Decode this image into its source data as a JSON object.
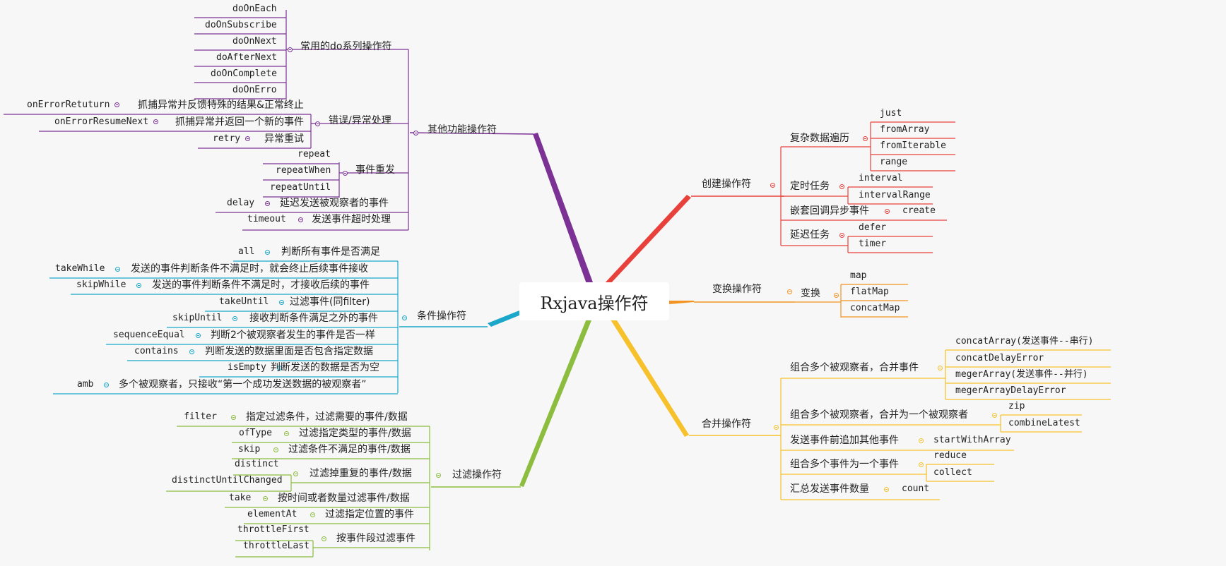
{
  "root": "Rxjava操作符",
  "branches": [
    {
      "name": "其他功能操作符",
      "color": "#7b3294",
      "groups": [
        {
          "name": "常用的do系列操作符",
          "items": [
            "doOnEach",
            "doOnSubscribe",
            "doOnNext",
            "doAfterNext",
            "doOnComplete",
            "doOnErro"
          ]
        },
        {
          "name": "错误/异常处理",
          "items": [
            {
              "term": "onErrorRetuturn",
              "desc": "抓捕异常并反馈特殊的结果&正常终止"
            },
            {
              "term": "onErrorResumeNext",
              "desc": "抓捕异常并返回一个新的事件"
            },
            {
              "term": "retry",
              "desc": "异常重试"
            }
          ]
        },
        {
          "name": "事件重发",
          "items": [
            "repeat",
            "repeatWhen",
            "repeatUntil"
          ]
        },
        {
          "name": "延迟发送被观察者的事件",
          "term": "delay"
        },
        {
          "name": "发送事件超时处理",
          "term": "timeout"
        }
      ]
    },
    {
      "name": "条件操作符",
      "color": "#1aa7c9",
      "items": [
        {
          "term": "all",
          "desc": "判断所有事件是否满足"
        },
        {
          "term": "takeWhile",
          "desc": "发送的事件判断条件不满足时，就会终止后续事件接收"
        },
        {
          "term": "skipWhile",
          "desc": "发送的事件判断条件不满足时，才接收后续的事件"
        },
        {
          "term": "takeUntil",
          "desc": "过滤事件(同filter)"
        },
        {
          "term": "skipUntil",
          "desc": "接收判断条件满足之外的事件"
        },
        {
          "term": "sequenceEqual",
          "desc": "判断2个被观察者发生的事件是否一样"
        },
        {
          "term": "contains",
          "desc": "判断发送的数据里面是否包含指定数据"
        },
        {
          "term": "isEmpty",
          "desc": "判断发送的数据是否为空"
        },
        {
          "term": "amb",
          "desc": "多个被观察者，只接收“第一个成功发送数据的被观察者”"
        }
      ]
    },
    {
      "name": "过滤操作符",
      "color": "#8cbd3f",
      "items": [
        {
          "term": "filter",
          "desc": "指定过滤条件，过滤需要的事件/数据"
        },
        {
          "term": "ofType",
          "desc": "过滤指定类型的事件/数据"
        },
        {
          "term": "skip",
          "desc": "过滤条件不满足的事件/数据"
        },
        {
          "terms": [
            "distinct",
            "distinctUntilChanged"
          ],
          "desc": "过滤掉重复的事件/数据"
        },
        {
          "term": "take",
          "desc": "按时间或者数量过滤事件/数据"
        },
        {
          "term": "elementAt",
          "desc": "过滤指定位置的事件"
        },
        {
          "terms": [
            "throttleFirst",
            "throttleLast"
          ],
          "desc": "按事件段过滤事件"
        }
      ]
    },
    {
      "name": "创建操作符",
      "color": "#e8413b",
      "groups": [
        {
          "name": "复杂数据遍历",
          "items": [
            "just",
            "fromArray",
            "fromIterable",
            "range"
          ]
        },
        {
          "name": "定时任务",
          "items": [
            "interval",
            "intervalRange"
          ]
        },
        {
          "name": "嵌套回调异步事件",
          "items": [
            "create"
          ]
        },
        {
          "name": "延迟任务",
          "items": [
            "defer",
            "timer"
          ]
        }
      ]
    },
    {
      "name": "变换操作符",
      "color": "#f39321",
      "groups": [
        {
          "name": "变换",
          "items": [
            "map",
            "flatMap",
            "concatMap"
          ]
        }
      ]
    },
    {
      "name": "合并操作符",
      "color": "#f6c12b",
      "groups": [
        {
          "name": "组合多个被观察者，合并事件",
          "items": [
            "concatArray(发送事件--串行)",
            "concatDelayError",
            "megerArray(发送事件--并行)",
            "megerArrayDelayError"
          ]
        },
        {
          "name": "组合多个被观察者，合并为一个被观察者",
          "items": [
            "zip",
            "combineLatest"
          ]
        },
        {
          "name": "发送事件前追加其他事件",
          "items": [
            "startWithArray"
          ]
        },
        {
          "name": "组合多个事件为一个事件",
          "items": [
            "reduce",
            "collect"
          ]
        },
        {
          "name": "汇总发送事件数量",
          "items": [
            "count"
          ]
        }
      ]
    }
  ]
}
